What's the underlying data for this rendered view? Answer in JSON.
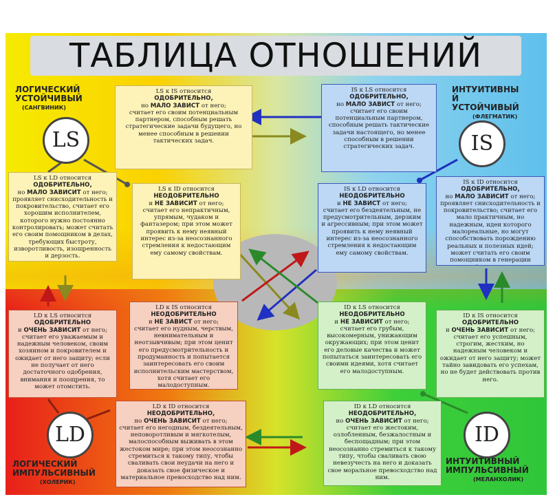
{
  "title": "ТАБЛИЦА ОТНОШЕНИЙ",
  "corners": {
    "ls": {
      "line1": "ЛОГИЧЕСКИЙ",
      "line2": "УСТОЙЧИВЫЙ",
      "sub": "(САНГВИНИК)"
    },
    "is": {
      "line1": "ИНТУИТИВНЫ",
      "line2": "Й",
      "line3": "УСТОЙЧИВЫЙ",
      "sub": "(ФЛЕГМАТИК)"
    },
    "ld": {
      "line1": "ЛОГИЧЕСКИЙ",
      "line2": "ИМПУЛЬСИВНЫЙ",
      "sub": "(ХОЛЕРИК)"
    },
    "id": {
      "line1": "ИНТУИТИВНЫЙ",
      "line2": "ИМПУЛЬСИВНЫЙ",
      "sub": "(МЕЛАНХОЛИК)"
    }
  },
  "circles": {
    "ls": "LS",
    "is": "IS",
    "ld": "LD",
    "id": "ID"
  },
  "boxes": {
    "ls_is": {
      "head": "LS к IS относится",
      "b1": "ОДОБРИТЕЛЬНО,",
      "pre": "но",
      "b2": "МАЛО ЗАВИСТ",
      "post": "от него;",
      "text": "считает его своим потенциальным партнером, способным решать стратегические задачи будущего, но менее способным в решении тактических задач."
    },
    "is_ls": {
      "head": "IS к LS относится",
      "b1": "ОДОБРИТЕЛЬНО,",
      "pre": "но",
      "b2": "МАЛО ЗАВИСТ",
      "post": "от него;",
      "text": "считает его своим потенциальным партнером, способным решать тактические задачи настоящего, но менее способным в решении стратегических задач."
    },
    "ls_ld": {
      "head": "LS к LD относится",
      "b1": "ОДОБРИТЕЛЬНО,",
      "pre": "но",
      "b2": "МАЛО ЗАВИСИТ",
      "post": "от него;",
      "text": "проявляет снисходительность и покровительство, считает его хорошим исполнителем, которого нужно постоянно контролировать; может считать его своим помощником в делах, требующих быстроту, изворотливость, изощренность и дерзость."
    },
    "ls_id": {
      "head": "LS к ID относится",
      "b1": "НЕОДОБРИТЕЛЬНО",
      "pre": "и",
      "b2": "НЕ ЗАВИСИТ",
      "post": "от него;",
      "text": "считает его непрактичным, упрямым, чудаком и фантазером; при этом может проявить к нему неявный интерес из-за неосознанного стремления к недостающим ему самому свойствам."
    },
    "is_ld": {
      "head": "IS к LD относится",
      "b1": "НЕОДОБРИТЕЛЬНО",
      "pre": "и",
      "b2": "НЕ ЗАВИСТ",
      "post": "от него;",
      "text": "считает его бездеятельным, не предусмотрительным, дерзким и агрессивным; при этом может проявить к нему неявный интерес из-за неосознанного стремления к недостающим ему самому свойствам."
    },
    "is_id": {
      "head": "IS к ID относится",
      "b1": "ОДОБРИТЕЛЬНО,",
      "pre": "но",
      "b2": "МАЛО ЗАВИСИТ",
      "post": "от него;",
      "text": "проявляет снисходительность и покровительство; считает его мало практичным, но надежным, идеи которого малореальные, но могут способствовать порождению реальных и полезных идей; может считать его своим помощником в генерации необычных идей."
    },
    "ld_ls": {
      "head": "LD к LS относится",
      "b1": "ОДОБРИТЕЛЬНО",
      "pre": "и",
      "b2": "ОЧЕНЬ ЗАВИСИТ",
      "post": "от него;",
      "text": "считает его уважаемым и надежным человеком, своим хозяином и покровителем и ожидает от него защиту; если не получает от него достаточного одобрения, внимания и поощрения, то может отомстить."
    },
    "ld_is": {
      "head": "LD к IS относится",
      "b1": "НЕОДОБРИТЕЛЬНО",
      "pre": "и",
      "b2": "НЕ ЗАВИСТ",
      "post": "от него;",
      "text": "считает его нудным, черствым, невнимательным и неотзывчивым; при этом ценит его предусмотрительность и продуманность и попытается заинтересовать его своим исполнительским мастерством, хотя считает его малодоступным."
    },
    "id_ls": {
      "head": "ID к LS относится",
      "b1": "НЕОДОБРИТЕЛЬНО",
      "pre": "и",
      "b2": "НЕ ЗАВИСИТ",
      "post": "от него;",
      "text": "считает его грубым, высокомерным, унижающим окружающих; при этом ценит его деловые качества и может попытаться заинтересовать его своими идеями, хотя считает его малодоступным."
    },
    "id_is": {
      "head": "ID к IS относится",
      "b1": "ОДОБРИТЕЛЬНО",
      "pre": "и",
      "b2": "ОЧЕНЬ ЗАВИСИТ",
      "post": "от него;",
      "text": "считает его успешным, строгим, жестким, но надежным человеком и ожидает от него защиту; может тайно завидовать его успехам, но не будет действовать против него."
    },
    "ld_id": {
      "head": "LD к ID относится",
      "b1": "НЕОДОБРИТЕЛЬНО,",
      "pre": "но",
      "b2": "ОЧЕНЬ ЗАВИСИТ",
      "post": "от него;",
      "text": "считает его негодным, бездеятельным, неповоротливым и мягкотелым, малоспособным выживать в этом жестоком мире; при этом неосознанно стремиться к такому типу, чтобы сваливать свои неудачи на него и доказать свое физическое и материальное превосходство над ним."
    },
    "id_ld": {
      "head": "ID к LD относится",
      "b1": "НЕОДОБРИТЕЛЬНО,",
      "pre": "но",
      "b2": "ОЧЕНЬ ЗАВИСИТ",
      "post": "от него;",
      "text": "считает его жестоким, озлобленным, безжалостным и беспощадным; при этом неосознанно стремиться к такому типу, чтобы сваливать свою невезучесть на него и доказать свое моральное превосходство над ним."
    }
  },
  "colors": {
    "yellow_box": "#fdf3b8",
    "blue_box": "#bcd8f4",
    "red_box": "#f6d0c0",
    "green_box": "#d4f0c8",
    "arrow_olive": "#8a8a20",
    "arrow_blue": "#2030c0",
    "arrow_red": "#c01818",
    "arrow_green": "#2a8a2a"
  }
}
